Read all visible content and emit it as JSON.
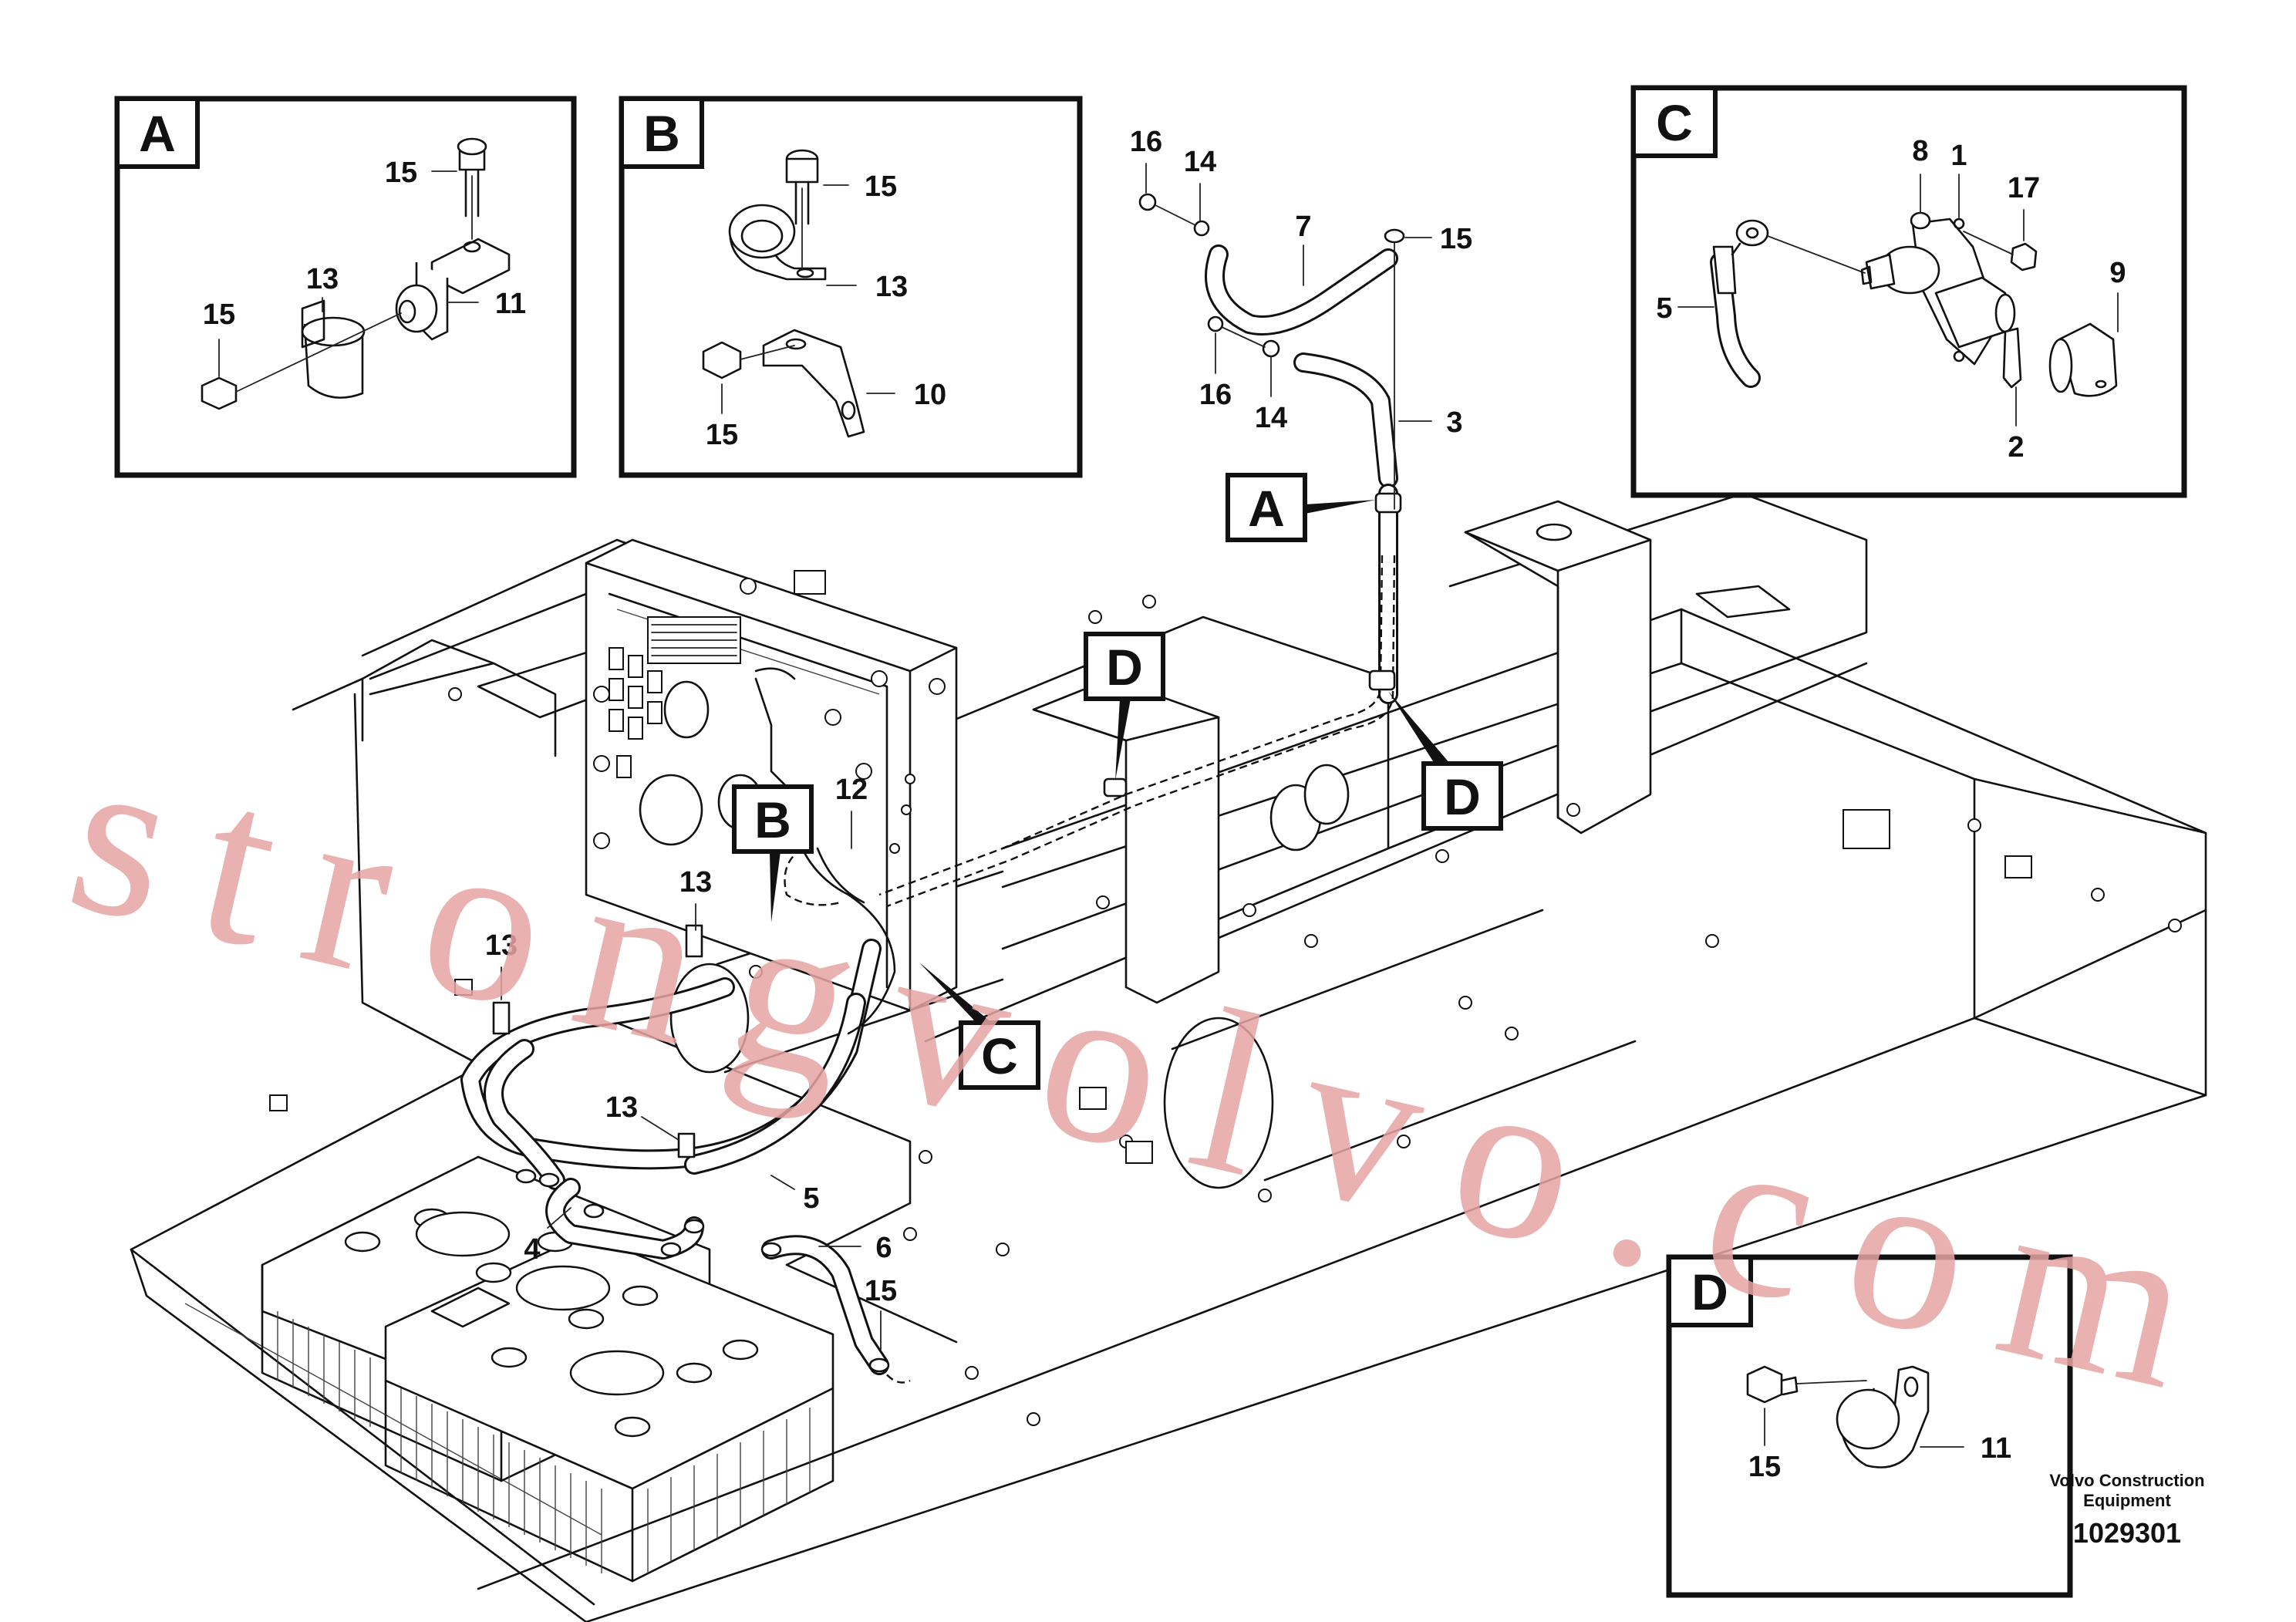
{
  "detail_views": [
    {
      "letter": "A",
      "callouts": [
        "15",
        "13",
        "15",
        "11"
      ]
    },
    {
      "letter": "B",
      "callouts": [
        "15",
        "13",
        "15",
        "10"
      ]
    },
    {
      "letter": "C",
      "callouts": [
        "8",
        "1",
        "17",
        "5",
        "9",
        "2"
      ]
    },
    {
      "letter": "D",
      "callouts": [
        "15",
        "11"
      ]
    }
  ],
  "main_view": {
    "location_markers": [
      "A",
      "D",
      "D",
      "B",
      "C"
    ],
    "callouts": [
      "16",
      "14",
      "7",
      "15",
      "16",
      "14",
      "3",
      "12",
      "13",
      "13",
      "13",
      "5",
      "4",
      "6",
      "15"
    ]
  },
  "watermark": "strongvolvo.com",
  "footer": {
    "brand_line1": "Volvo Construction",
    "brand_line2": "Equipment",
    "document_number": "1029301"
  }
}
